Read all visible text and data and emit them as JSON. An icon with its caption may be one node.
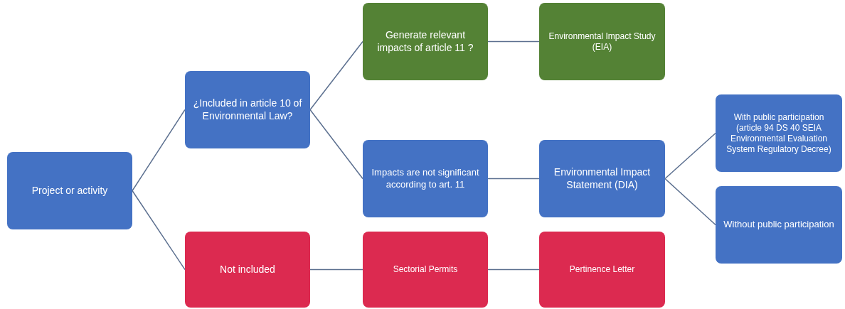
{
  "diagram": {
    "nodes": [
      {
        "text": [
          "Project or activity"
        ]
      },
      {
        "text": [
          "¿Included in article 10 of Environmental Law?"
        ]
      },
      {
        "text": [
          "Not included"
        ]
      },
      {
        "text": [
          "Generate relevant impacts of article 11 ?"
        ]
      },
      {
        "text": [
          "Environmental Impact Study (EIA)"
        ]
      },
      {
        "text": [
          "Impacts are not  significant according to art. 11"
        ]
      },
      {
        "text": [
          "Environmental Impact Statement (DIA)"
        ]
      },
      {
        "text": [
          "With public participation (article 94 DS 40 SEIA Environmental Evaluation System Regulatory Decree)"
        ]
      },
      {
        "text": [
          "Without public participation"
        ]
      },
      {
        "text": [
          "Sectorial Permits"
        ]
      },
      {
        "text": [
          "Pertinence Letter"
        ]
      }
    ],
    "edges": [
      {
        "from": 0,
        "to": 1,
        "arrow": "none"
      },
      {
        "from": 0,
        "to": 2,
        "arrow": "none"
      },
      {
        "from": 1,
        "to": 3,
        "arrow": "none"
      },
      {
        "from": 1,
        "to": 5,
        "arrow": "none"
      },
      {
        "from": 3,
        "to": 4,
        "arrow": "none"
      },
      {
        "from": 5,
        "to": 6,
        "arrow": "none"
      },
      {
        "from": 6,
        "to": 7,
        "arrow": "none"
      },
      {
        "from": 6,
        "to": 8,
        "arrow": "none"
      },
      {
        "from": 2,
        "to": 9,
        "arrow": "none"
      },
      {
        "from": 9,
        "to": 10,
        "arrow": "none"
      }
    ]
  }
}
